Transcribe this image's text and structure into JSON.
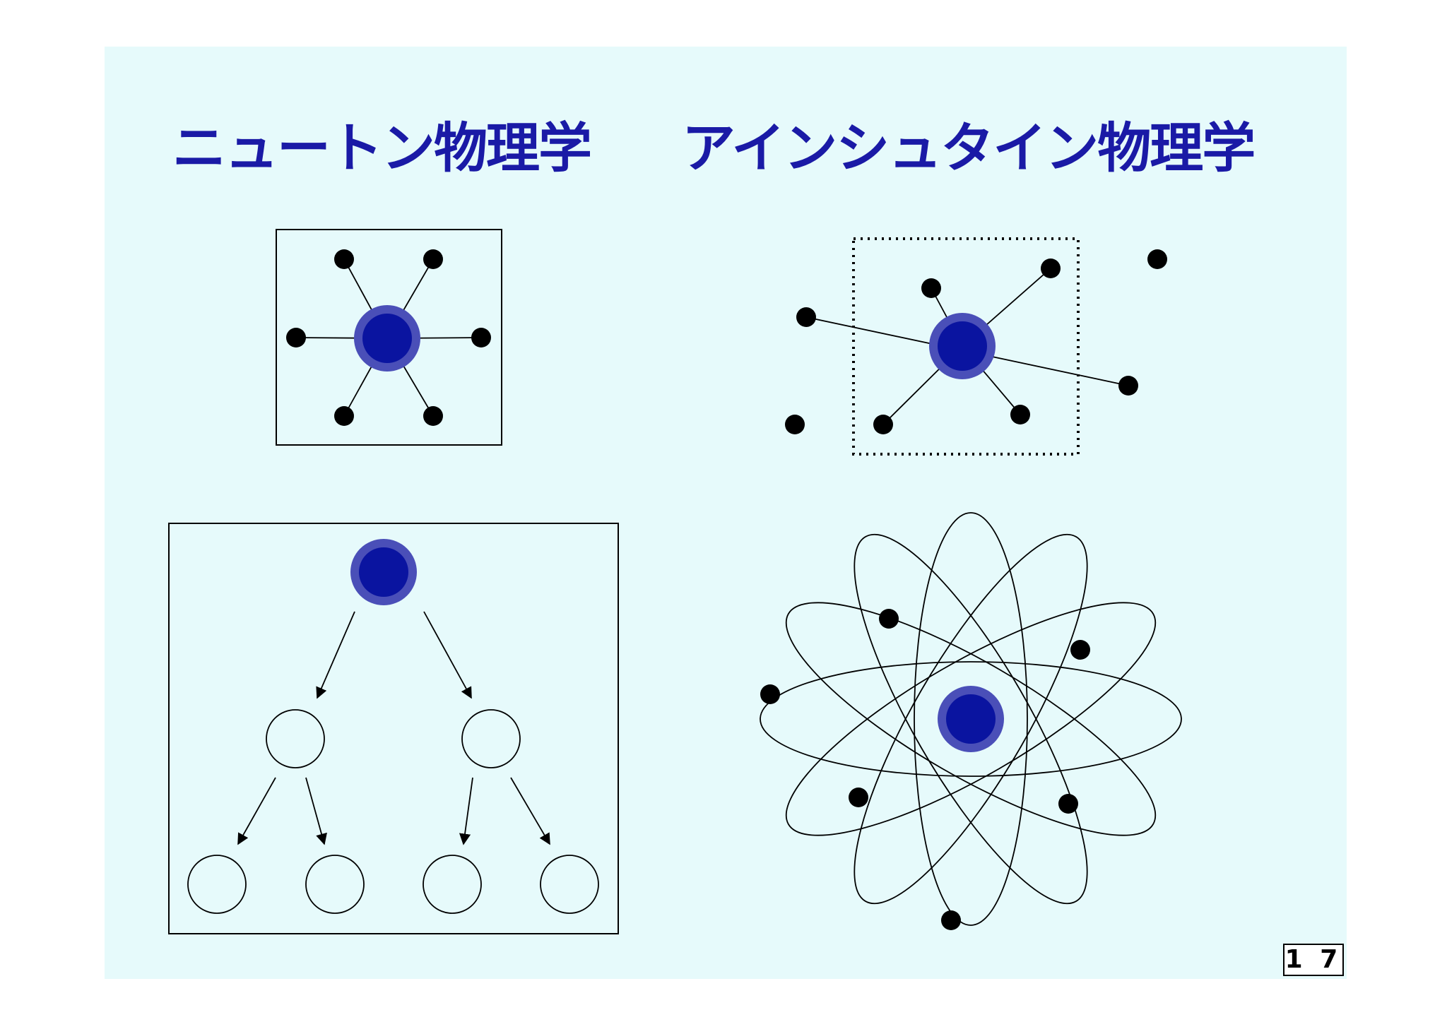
{
  "titles": {
    "newton": "ニュートン物理学",
    "einstein": "アインシュタイン物理学"
  },
  "page_number": "1 7",
  "colors": {
    "background": "#e6fafb",
    "title": "#1a1aa6",
    "nucleus_fill": "#0a14a0",
    "nucleus_ring": "#4a4fb8",
    "particle": "#000000",
    "line": "#000000"
  }
}
